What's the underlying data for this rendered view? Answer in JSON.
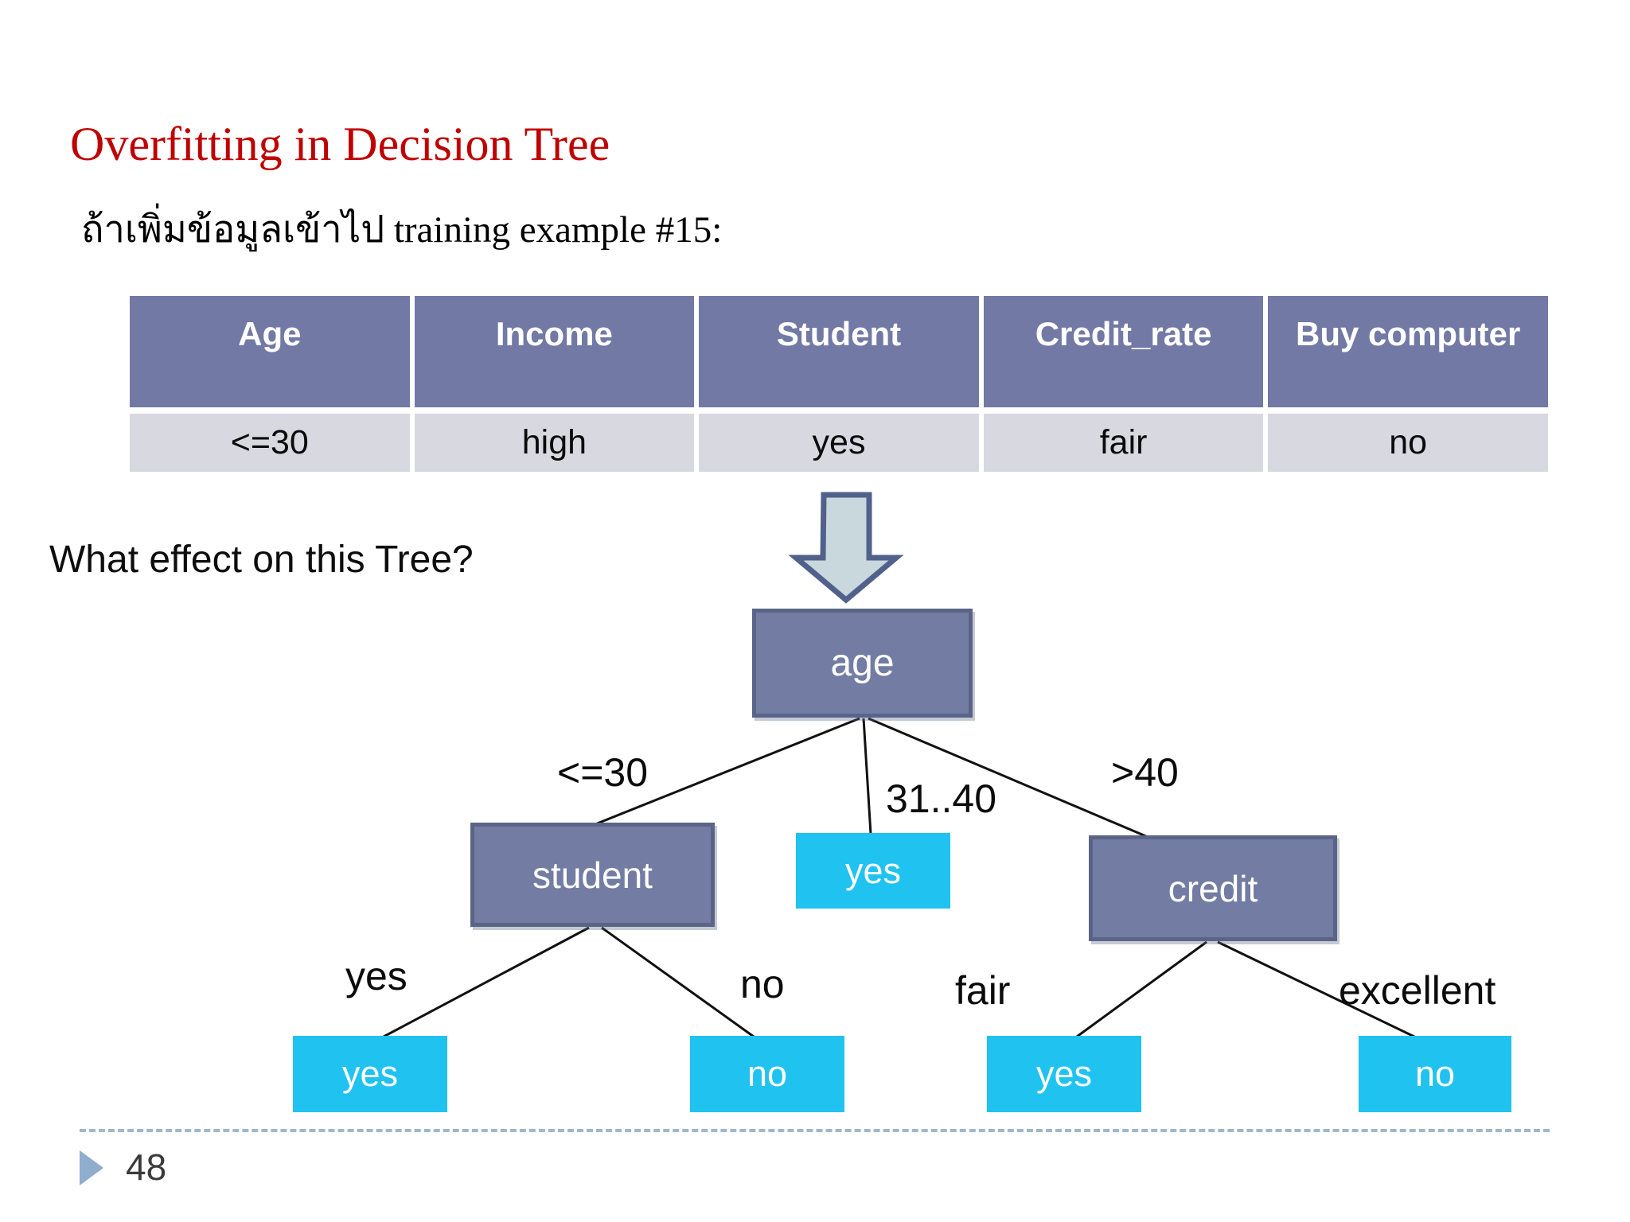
{
  "slide": {
    "title": "Overfitting in Decision Tree",
    "subtitle": "ถ้าเพิ่มข้อมูลเข้าไป training example #15:",
    "question": "What effect on this Tree?",
    "page_number": "48"
  },
  "table": {
    "headers": [
      "Age",
      "Income",
      "Student",
      "Credit_rate",
      "Buy computer"
    ],
    "row": [
      "<=30",
      "high",
      "yes",
      "fair",
      "no"
    ]
  },
  "tree": {
    "root_label": "age",
    "branch_le30": "<=30",
    "branch_mid": "31..40",
    "branch_gt40": ">40",
    "node_student": "student",
    "leaf_mid": "yes",
    "node_credit": "credit",
    "branch_student_yes": "yes",
    "branch_student_no": "no",
    "branch_credit_fair": "fair",
    "branch_credit_excellent": "excellent",
    "leaf_student_yes": "yes",
    "leaf_student_no": "no",
    "leaf_credit_fair": "yes",
    "leaf_credit_excellent": "no"
  },
  "colors": {
    "title_red": "#c00000",
    "table_header_purple": "#7279a4",
    "table_row_gray": "#d8d8e0",
    "node_purple": "#737ca3",
    "node_border": "#5a6486",
    "leaf_cyan": "#20c2f0",
    "arrow_fill": "#c9d8dd",
    "arrow_border": "#51618c",
    "dash_line_blue": "#9fb7cd",
    "footer_bullet_blue": "#8fadcd"
  }
}
